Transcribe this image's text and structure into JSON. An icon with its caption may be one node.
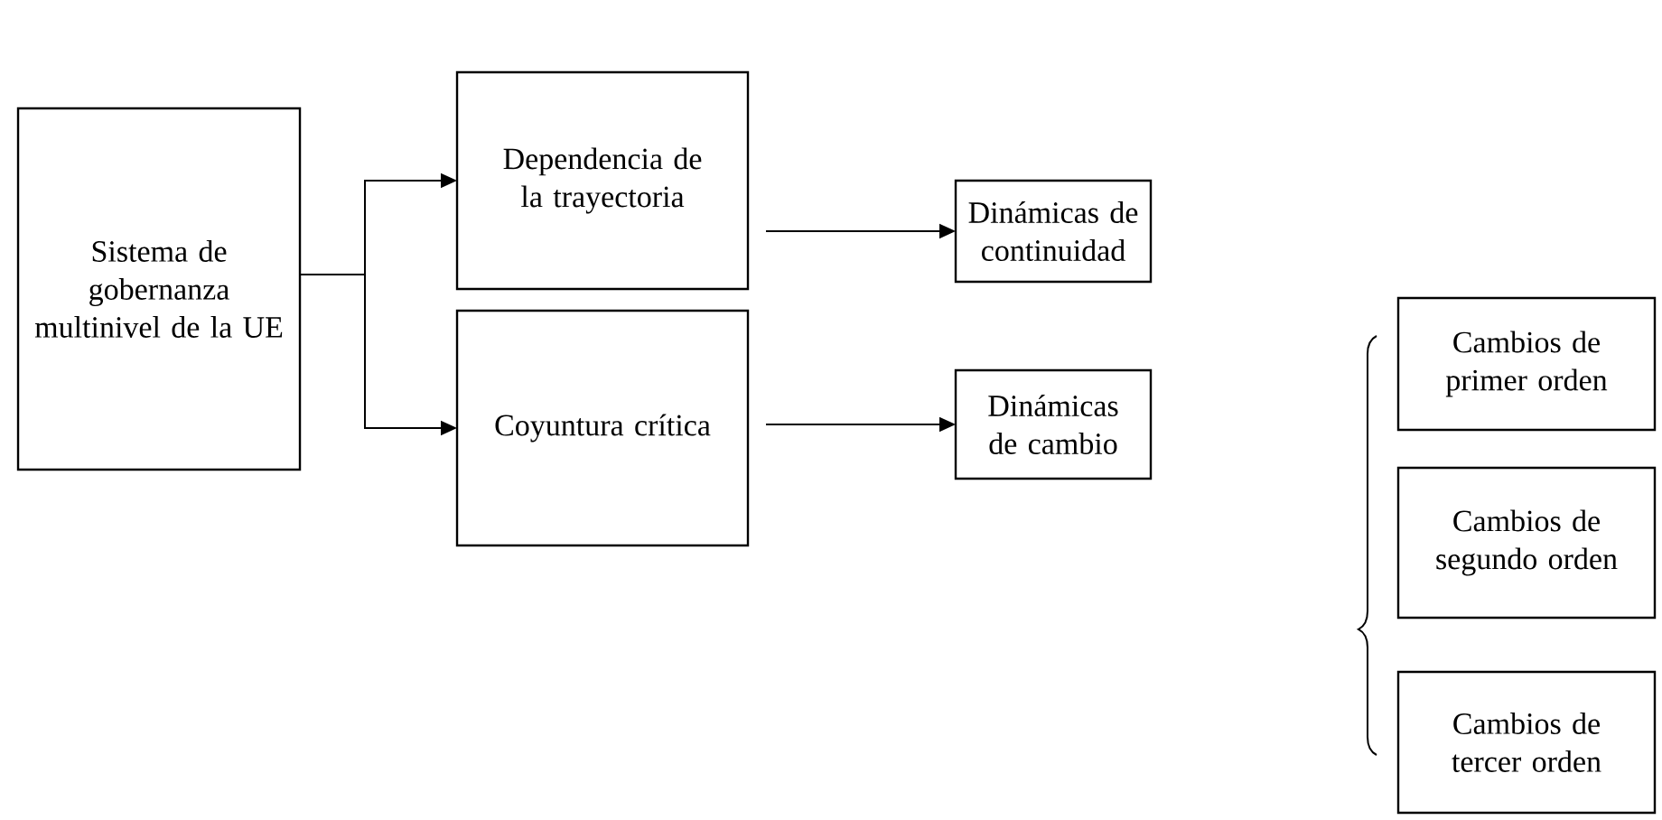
{
  "diagram": {
    "nodes": [
      {
        "text": [
          "Sistema de gobernanza multinivel de la UE"
        ]
      },
      {
        "text": [
          "Dependencia de la trayectoria"
        ]
      },
      {
        "text": [
          "Coyuntura crítica"
        ]
      },
      {
        "text": [
          "Dinámicas de continuidad"
        ]
      },
      {
        "text": [
          "Dinámicas de cambio"
        ]
      },
      {
        "text": [
          "Cambios de primer orden"
        ]
      },
      {
        "text": [
          "Cambios de segundo orden"
        ]
      },
      {
        "text": [
          "Cambios de tercer orden"
        ]
      }
    ],
    "edges": [
      {
        "from": 0,
        "to": 1,
        "arrow": "to"
      },
      {
        "from": 0,
        "to": 2,
        "arrow": "to"
      },
      {
        "from": 1,
        "to": 3,
        "arrow": "to"
      },
      {
        "from": 2,
        "to": 4,
        "arrow": "to"
      }
    ]
  }
}
